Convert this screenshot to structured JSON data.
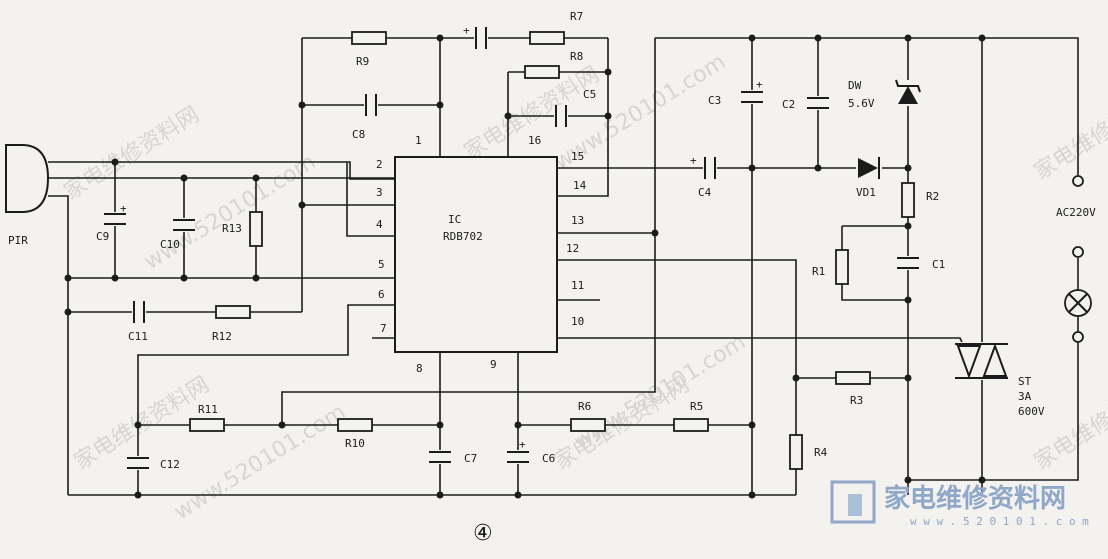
{
  "ic": {
    "ref": "IC",
    "part": "RDB702"
  },
  "pins": [
    "1",
    "2",
    "3",
    "4",
    "5",
    "6",
    "7",
    "8",
    "9",
    "10",
    "11",
    "12",
    "13",
    "14",
    "15",
    "16"
  ],
  "labels": {
    "pir": "PIR",
    "r1": "R1",
    "r2": "R2",
    "r3": "R3",
    "r4": "R4",
    "r5": "R5",
    "r6": "R6",
    "r7": "R7",
    "r8": "R8",
    "r9": "R9",
    "r10": "R10",
    "r11": "R11",
    "r12": "R12",
    "r13": "R13",
    "c1": "C1",
    "c2": "C2",
    "c3": "C3",
    "c4": "C4",
    "c5": "C5",
    "c6": "C6",
    "c7": "C7",
    "c8": "C8",
    "c9": "C9",
    "c10": "C10",
    "c11": "C11",
    "c12": "C12",
    "dw": "DW",
    "dw_value": "5.6V",
    "vd1": "VD1",
    "st": "ST",
    "st_current": "3A",
    "st_voltage": "600V",
    "ac": "AC220V"
  },
  "figure_number": "④",
  "watermark": {
    "site": "www.520101.com",
    "cn": "家电维修资料网",
    "url": "w w w . 5 2 0 1 0 1 . c o m"
  }
}
